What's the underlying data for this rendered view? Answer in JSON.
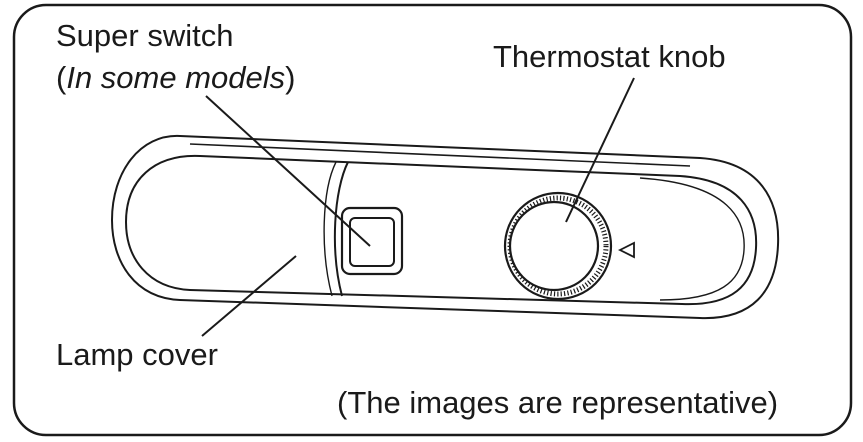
{
  "labels": {
    "super_switch": "Super switch",
    "super_switch_sub_open": "(",
    "super_switch_sub_italic": "In some models",
    "super_switch_sub_close": ")",
    "thermostat_knob": "Thermostat knob",
    "lamp_cover": "Lamp cover",
    "note": "(The images are representative)"
  },
  "colors": {
    "line": "#1a1a1a",
    "background": "#ffffff"
  }
}
